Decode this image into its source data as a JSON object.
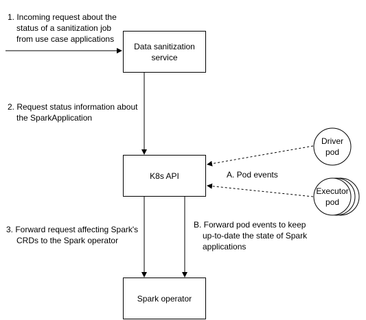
{
  "nodes": {
    "data_sanitization": "Data sanitization service",
    "k8s_api": "K8s API",
    "spark_operator": "Spark operator",
    "driver_pod": "Driver pod",
    "executor_pod": "Executor pod"
  },
  "edges": {
    "step1": "1. Incoming request about the status of a sanitization job from use case applications",
    "step1_lines": [
      "1. Incoming request about the",
      "status of a sanitization job",
      "from use case applications"
    ],
    "step2_lines": [
      "2. Request status information about",
      "the SparkApplication"
    ],
    "step3_lines": [
      "3. Forward request affecting Spark's",
      "CRDs to the Spark operator"
    ],
    "stepA": "A. Pod events",
    "stepB_lines": [
      "B. Forward pod events to keep",
      "up-to-date the state of Spark",
      "applications"
    ]
  }
}
